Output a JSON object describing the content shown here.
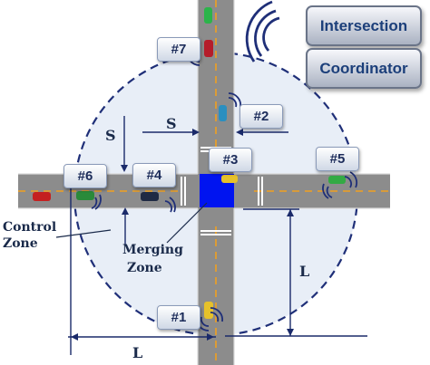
{
  "coordinator": {
    "line1": "Intersection",
    "line2": "Coordinator"
  },
  "vehicle_tags": [
    "#1",
    "#2",
    "#3",
    "#4",
    "#5",
    "#6",
    "#7"
  ],
  "labels": {
    "control_zone_1": "Control",
    "control_zone_2": "Zone",
    "merging_zone_1": "Merging",
    "merging_zone_2": "Zone",
    "s_vertical": "S",
    "s_horizontal": "S",
    "l_vertical": "L",
    "l_horizontal": "L"
  },
  "colors": {
    "road": "#8c8c8c",
    "lane_dash": "#f0a020",
    "zone_fill": "#e8eef7",
    "zone_border": "#1f2f78",
    "merge_square": "#0014f0",
    "text": "#1a2a4a"
  }
}
